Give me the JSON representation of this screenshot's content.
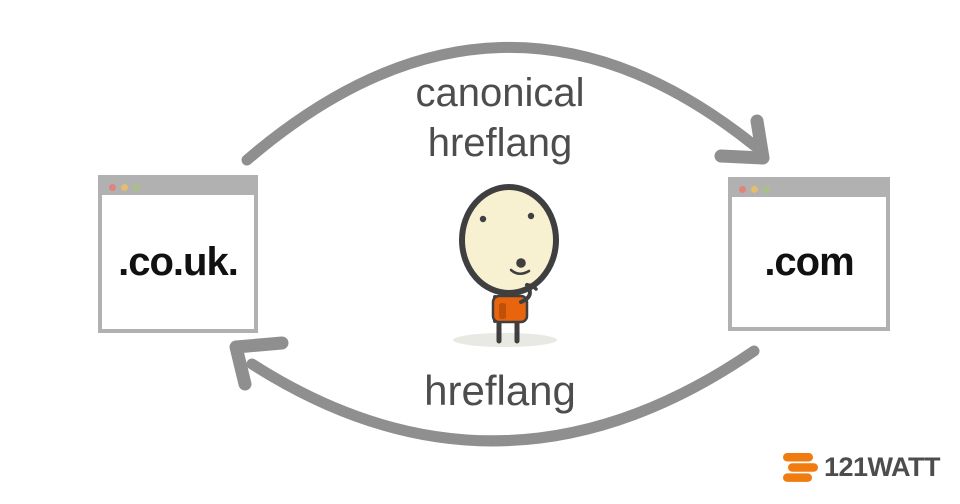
{
  "diagram": {
    "title_semantic": "canonical vs hreflang linking between country domains",
    "labels": {
      "top_line1": "canonical",
      "top_line2": "hreflang",
      "bottom": "hreflang"
    },
    "windows": {
      "left": {
        "domain": ".co.uk."
      },
      "right": {
        "domain": ".com"
      }
    },
    "arrows": [
      {
        "name": "top-arrow",
        "from": "left-window",
        "to": "right-window",
        "direction": "clockwise",
        "label": "canonical hreflang"
      },
      {
        "name": "bottom-arrow",
        "from": "right-window",
        "to": "left-window",
        "direction": "counter-clockwise",
        "label": "hreflang"
      }
    ],
    "character": {
      "description": "thinking figure with oval head, orange shirt, finger on chin"
    }
  },
  "logo": {
    "text": "121WATT",
    "icon": "three-orange-bars-icon"
  },
  "colors": {
    "background": "#ffffff",
    "arrow_gray": "#8f8f8f",
    "label_gray": "#4d4d4d",
    "window_frame": "#b1b1b1",
    "dot_red": "#e2837a",
    "dot_yellow": "#e6bc6d",
    "dot_green": "#a9c186",
    "head_fill": "#f7f1d2",
    "outline_dark": "#3f3f3f",
    "shirt_orange": "#e8650e",
    "shirt_orange_dark": "#c05009",
    "logo_orange": "#f07c10",
    "domain_text": "#111111"
  }
}
